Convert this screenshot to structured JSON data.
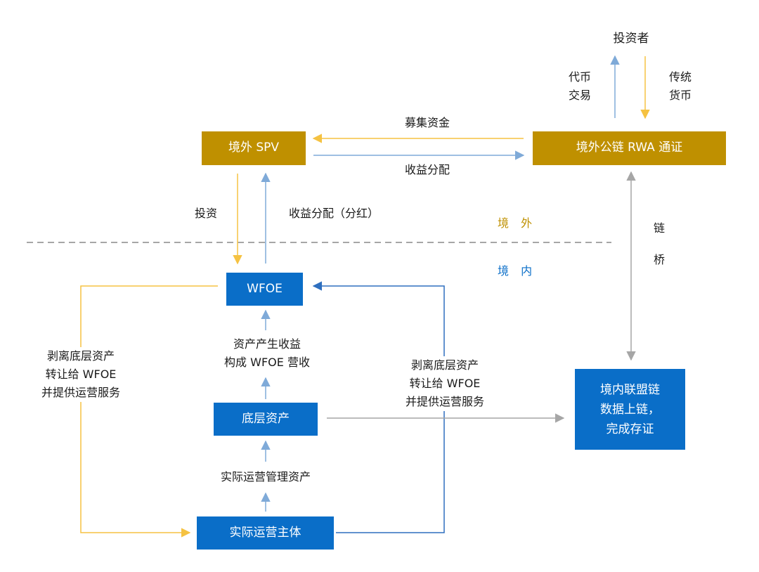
{
  "colors": {
    "gold": "#BF9000",
    "blue": "#0A6EC8",
    "gold_arrow": "#F5C242",
    "blue_arrow": "#7FAAD8",
    "gray": "#A6A6A6",
    "dark_blue_line": "#2E6FBF"
  },
  "nodes": {
    "offshore_spv": "境外 SPV",
    "offshore_rwa": "境外公链 RWA 通证",
    "wfoe": "WFOE",
    "underlying_asset": "底层资产",
    "operating_entity": "实际运营主体",
    "consortium_chain": [
      "境内联盟链",
      "数据上链，",
      "完成存证"
    ]
  },
  "labels": {
    "investor": "投资者",
    "token_trading": [
      "代币",
      "交易"
    ],
    "fiat": [
      "传统",
      "货币"
    ],
    "raise_funds": "募集资金",
    "revenue_distribution": "收益分配",
    "invest": "投资",
    "dividend": "收益分配（分红）",
    "chain_bridge": [
      "链",
      "桥"
    ],
    "asset_yield": [
      "资产产生收益",
      "构成 WFOE 营收"
    ],
    "ops_manage": "实际运营管理资产",
    "strip_left": [
      "剥离底层资产",
      "转让给 WFOE",
      "并提供运营服务"
    ],
    "strip_mid": [
      "剥离底层资产",
      "转让给 WFOE",
      "并提供运营服务"
    ]
  },
  "zones": {
    "offshore": "境 外",
    "onshore": "境 内"
  }
}
